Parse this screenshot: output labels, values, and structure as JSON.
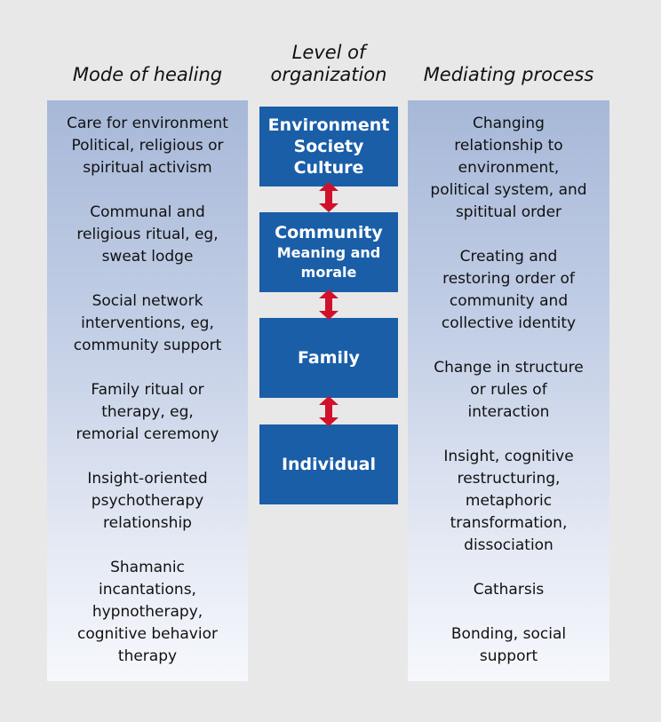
{
  "headers": {
    "left": "Mode of healing",
    "middle_line1": "Level of",
    "middle_line2": "organization",
    "right": "Mediating process"
  },
  "left_items": [
    "Care for environment\nPolitical, religious or\nspiritual activism",
    "Communal and\nreligious ritual, eg,\nsweat lodge",
    "Social network\ninterventions, eg,\ncommunity support",
    "Family ritual or\ntherapy, eg,\nremorial ceremony",
    "Insight-oriented\npsychotherapy\nrelationship",
    "Shamanic\nincantations,\nhypnotherapy,\ncognitive behavior\ntherapy"
  ],
  "levels": [
    {
      "title": "Environment\nSociety\nCulture",
      "subtitle": ""
    },
    {
      "title": "Community",
      "subtitle": "Meaning and\nmorale"
    },
    {
      "title": "Family",
      "subtitle": ""
    },
    {
      "title": "Individual",
      "subtitle": ""
    }
  ],
  "right_items": [
    "Changing\nrelationship to\nenvironment,\npolitical system, and\nspititual order",
    "Creating and\nrestoring order of\ncommunity and\ncollective identity",
    "Change in structure\nor rules of\ninteraction",
    "Insight, cognitive\nrestructuring,\nmetaphoric\ntransformation,\ndissociation",
    "Catharsis",
    "Bonding, social\nsupport"
  ],
  "colors": {
    "box": "#1a5ea8",
    "arrow": "#d0112b",
    "background": "#e8e8e8"
  }
}
